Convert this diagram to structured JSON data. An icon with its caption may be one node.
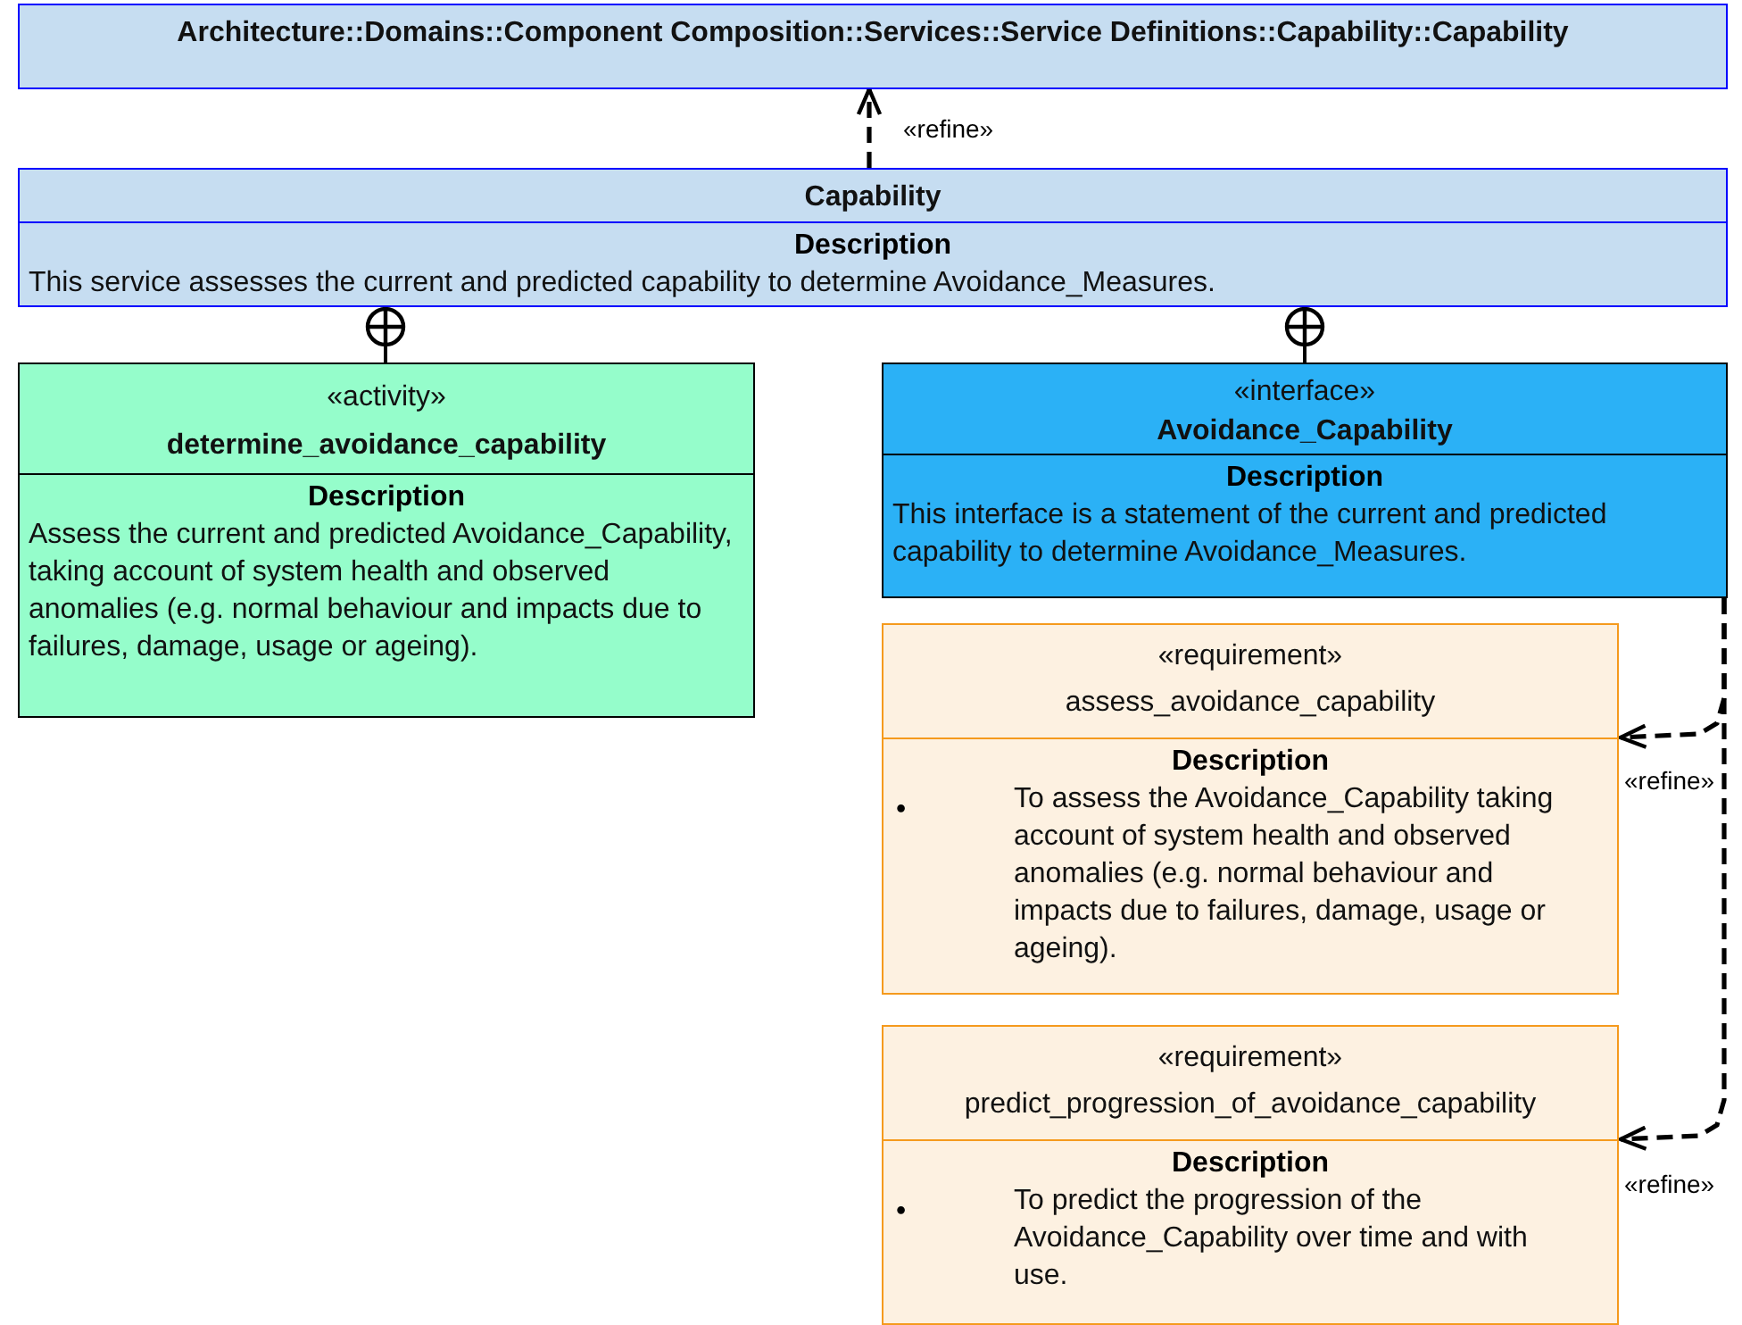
{
  "diagram": {
    "nodes": [
      {
        "text": [
          "Architecture::Domains::Component Composition::Services::Service Definitions::Capability::Capability"
        ]
      },
      {
        "text": [
          "Capability",
          "Description",
          "This service assesses the current and predicted capability to determine Avoidance_Measures."
        ]
      },
      {
        "text": [
          "«activity»",
          "determine_avoidance_capability",
          "Description",
          "Assess the current and predicted Avoidance_Capability, taking account of system health and observed anomalies (e.g. normal behaviour and impacts due to failures, damage, usage or ageing)."
        ]
      },
      {
        "text": [
          "«interface»",
          "Avoidance_Capability",
          "Description",
          "This interface is a statement of the current and predicted capability to determine Avoidance_Measures."
        ]
      },
      {
        "text": [
          "«requirement»",
          "assess_avoidance_capability",
          "Description",
          "•",
          "To assess the Avoidance_Capability taking account of system health and observed anomalies (e.g. normal behaviour and impacts due to failures, damage, usage or ageing)."
        ]
      },
      {
        "text": [
          "«requirement»",
          "predict_progression_of_avoidance_capability",
          "Description",
          "•",
          "To predict the progression of the Avoidance_Capability over time and with use."
        ]
      }
    ],
    "edges": [
      {
        "from": 1,
        "to": 0,
        "arrow": "to",
        "label": "«refine»",
        "style": "dashed"
      },
      {
        "from": 1,
        "to": 2,
        "arrow": "other"
      },
      {
        "from": 1,
        "to": 3,
        "arrow": "other"
      },
      {
        "from": 3,
        "to": 4,
        "arrow": "to",
        "label": "«refine»",
        "style": "dashed"
      },
      {
        "from": 3,
        "to": 5,
        "arrow": "to",
        "label": "«refine»",
        "style": "dashed"
      }
    ]
  }
}
